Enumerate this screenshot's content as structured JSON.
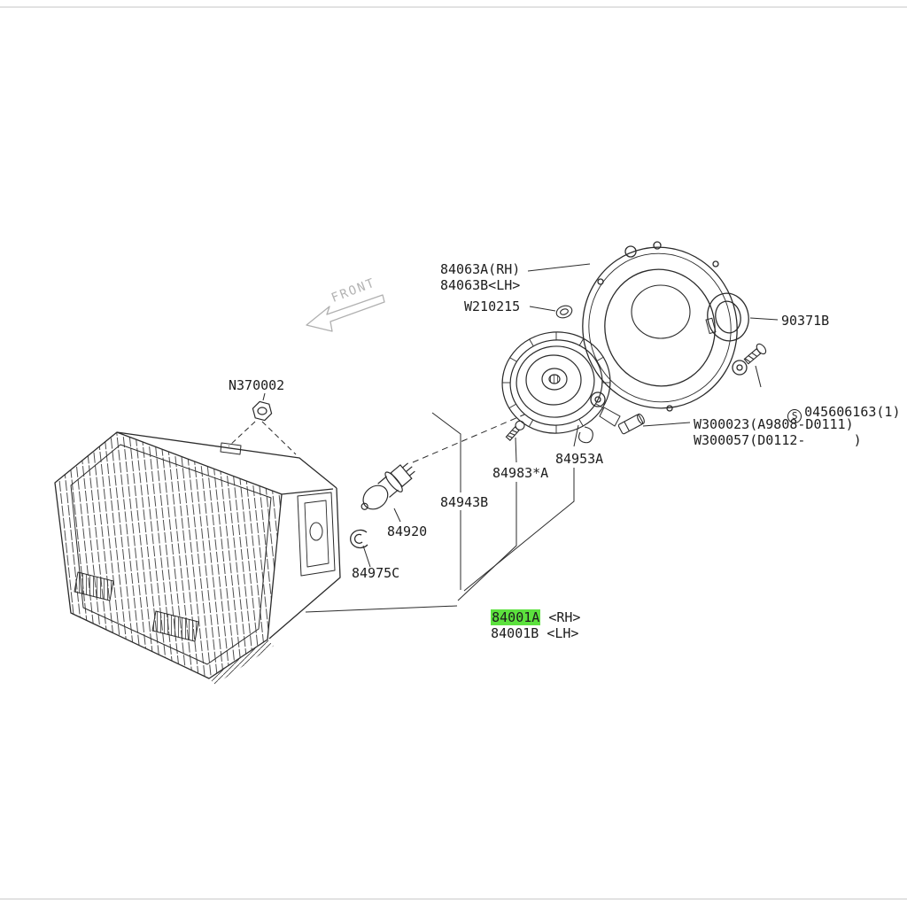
{
  "diagram": {
    "type": "headlamp exploded parts diagram",
    "front_indicator": "FRONT"
  },
  "colors": {
    "highlight_green": "#5ce13e",
    "line": "#2b2b2b",
    "front_gray": "#b3b3b3"
  },
  "parts": {
    "p84063_rh": "84063A(RH)",
    "p84063_lh": "84063B<LH>",
    "w210215": "W210215",
    "p90371b": "90371B",
    "n370002": "N370002",
    "s_symbol": "S",
    "p045606163": "045606163(1)",
    "w300023": "W300023(A9808-D0111)",
    "w300057": "W300057(D0112-      )",
    "p84953a": "84953A",
    "p84983a": "84983*A",
    "p84943b": "84943B",
    "p84920": "84920",
    "p84975c": "84975C",
    "p84001a": "84001A",
    "p84001a_side": " <RH>",
    "p84001b": "84001B",
    "p84001b_side": " <LH>"
  }
}
